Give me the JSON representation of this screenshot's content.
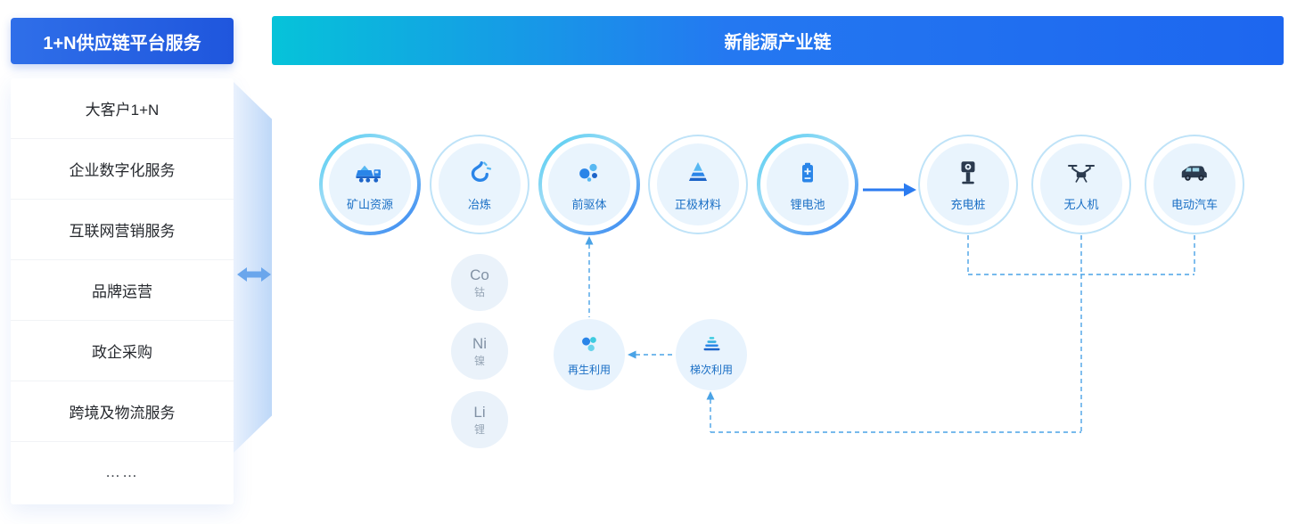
{
  "sidebar": {
    "title": "1+N供应链平台服务",
    "items": [
      {
        "label": "大客户1+N"
      },
      {
        "label": "企业数字化服务"
      },
      {
        "label": "互联网营销服务"
      },
      {
        "label": "品牌运营"
      },
      {
        "label": "政企采购"
      },
      {
        "label": "跨境及物流服务"
      },
      {
        "label": "……"
      }
    ]
  },
  "banner": {
    "title": "新能源产业链"
  },
  "chain": {
    "nodes": [
      {
        "label": "矿山资源",
        "icon": "mining-truck-icon"
      },
      {
        "label": "冶炼",
        "icon": "smelting-hook-icon"
      },
      {
        "label": "前驱体",
        "icon": "precursor-molecule-icon"
      },
      {
        "label": "正极材料",
        "icon": "cathode-pyramid-icon"
      },
      {
        "label": "锂电池",
        "icon": "lithium-battery-icon"
      }
    ],
    "applications": [
      {
        "label": "充电桩",
        "icon": "charging-pile-icon"
      },
      {
        "label": "无人机",
        "icon": "drone-icon"
      },
      {
        "label": "电动汽车",
        "icon": "electric-vehicle-icon"
      }
    ],
    "metals": [
      {
        "symbol": "Co",
        "name": "钴"
      },
      {
        "symbol": "Ni",
        "name": "镍"
      },
      {
        "symbol": "Li",
        "name": "锂"
      }
    ],
    "recycling": [
      {
        "label": "再生利用",
        "icon": "recycle-icon"
      },
      {
        "label": "梯次利用",
        "icon": "cascade-utilization-icon"
      }
    ]
  },
  "colors": {
    "sidebar_header_gradient": [
      "#2f6fe9",
      "#1f56dd"
    ],
    "banner_gradient": [
      "#06c3d9",
      "#1d66ef"
    ],
    "node_fill": "#e9f4fd",
    "ring_accent": "#43c9f0",
    "label_blue": "#1a6fc5",
    "dashed_line": "#4aa3e6",
    "solid_arrow": "#2b7bf0"
  }
}
